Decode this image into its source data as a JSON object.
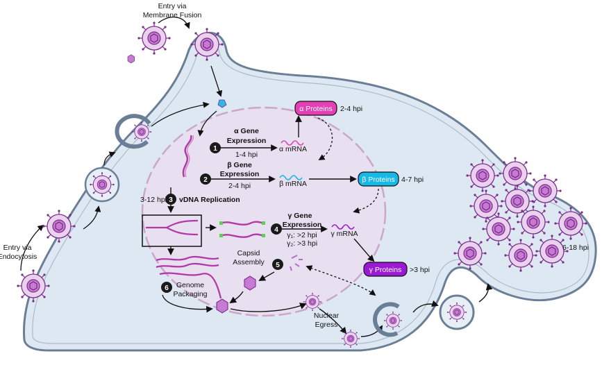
{
  "labels": {
    "entry_fusion_1": "Entry via",
    "entry_fusion_2": "Membrane Fusion",
    "entry_endo_1": "Entry via",
    "entry_endo_2": "Endocytosis",
    "alpha_gene_1": "α Gene",
    "alpha_gene_2": "Expression",
    "alpha_time": "1-4 hpi",
    "alpha_mrna": "α mRNA",
    "alpha_proteins": "α Proteins",
    "alpha_proteins_time": "2-4 hpi",
    "beta_gene_1": "β Gene",
    "beta_gene_2": "Expression",
    "beta_time": "2-4 hpi",
    "beta_mrna": "β mRNA",
    "beta_proteins": "β Proteins",
    "beta_proteins_time": "4-7 hpi",
    "replication": "vDNA Replication",
    "replication_time": "3-12 hpi",
    "gamma_gene_1": "γ Gene",
    "gamma_gene_2": "Expression",
    "gamma1_time": "γ₁: >2 hpi",
    "gamma2_time": "γ₂: >3 hpi",
    "gamma_mrna": "γ mRNA",
    "gamma_proteins": "γ Proteins",
    "gamma_proteins_time": ">3 hpi",
    "capsid_1": "Capsid",
    "capsid_2": "Assembly",
    "packaging_1": "Genome",
    "packaging_2": "Packaging",
    "nuclear_1": "Nuclear",
    "nuclear_2": "Egress",
    "release_time": "6-18 hpi"
  },
  "steps": [
    "1",
    "2",
    "3",
    "4",
    "5",
    "6"
  ],
  "colors": {
    "cell_fill": "#dde8f3",
    "cell_stroke": "#6a7f96",
    "nucleus_fill": "#e6dcec",
    "nucleus_stroke": "#c9a7c7",
    "virion_fill": "#d9a3e0",
    "virion_stroke": "#7b2d8b",
    "alpha_box": "#e53fb6",
    "beta_box": "#16b9e6",
    "gamma_box": "#9b19d6",
    "step_circle": "#1a1a1a"
  },
  "icons": [
    "virion-icon",
    "capsid-hexagon-icon",
    "dna-strand-icon",
    "mrna-icon",
    "vesicle-icon"
  ]
}
